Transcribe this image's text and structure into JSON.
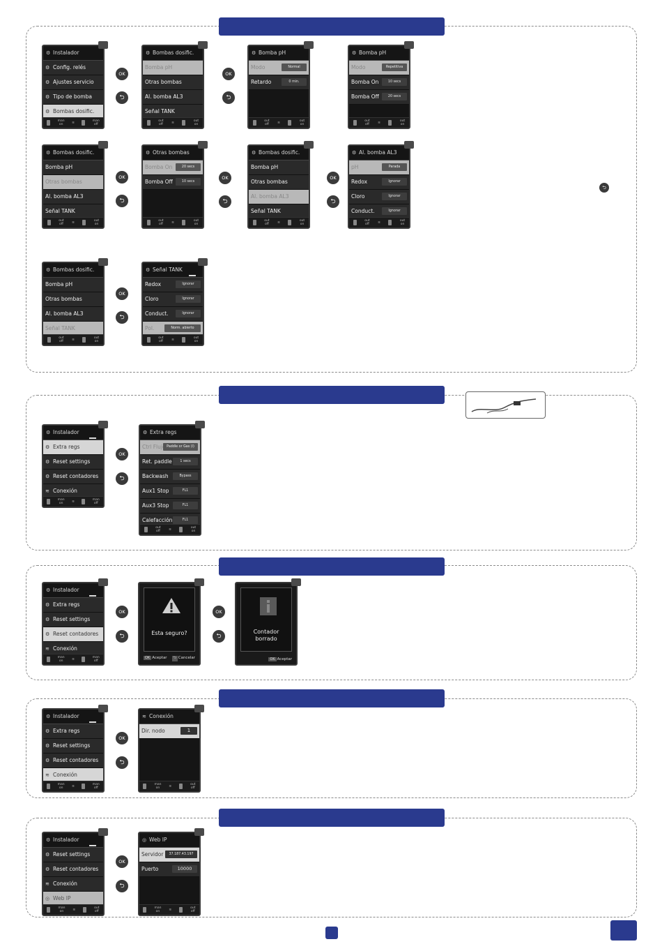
{
  "s1": {
    "a": {
      "title": "Instalador",
      "rows": [
        "Config. relés",
        "Ajustes servicio",
        "Tipo de bomba",
        "Bombas dosific."
      ],
      "ftr": [
        "",
        "man\non",
        "",
        "man\noff"
      ]
    },
    "b": {
      "title": "Bombas dosific.",
      "rows": [
        "Bomba pH",
        "Otras bombas",
        "Al. bomba AL3",
        "Señal TANK"
      ],
      "ftr": [
        "",
        "out\noff",
        "",
        "out\non"
      ]
    },
    "c": {
      "title": "Bomba pH",
      "rows": [
        {
          "l": "Modo",
          "v": "Normal"
        },
        {
          "l": "Retardo",
          "v": "0 min."
        }
      ],
      "ftr": [
        "",
        "out\noff",
        "",
        "out\non"
      ]
    },
    "d": {
      "title": "Bomba pH",
      "rows": [
        {
          "l": "Modo",
          "v": "Repetitiva"
        },
        {
          "l": "Bomba On",
          "v": "10 secs"
        },
        {
          "l": "Bomba Off",
          "v": "20 secs"
        }
      ],
      "ftr": [
        "",
        "out\noff",
        "",
        "out\non"
      ]
    },
    "e": {
      "title": "Bombas dosific.",
      "rows": [
        "Bomba pH",
        "Otras bombas",
        "Al. bomba AL3",
        "Señal TANK"
      ],
      "ftr": [
        "",
        "out\noff",
        "",
        "out\non"
      ]
    },
    "f": {
      "title": "Otras bombas",
      "rows": [
        {
          "l": "Bomba On",
          "v": "20 secs"
        },
        {
          "l": "Bomba Off",
          "v": "10 secs"
        }
      ],
      "ftr": [
        "",
        "out\noff",
        "",
        "out\non"
      ]
    },
    "g": {
      "title": "Bombas dosific.",
      "rows": [
        "Bomba pH",
        "Otras bombas",
        "Al. bomba AL3",
        "Señal TANK"
      ],
      "ftr": [
        "",
        "out\noff",
        "",
        "out\non"
      ]
    },
    "h": {
      "title": "Al. bomba AL3",
      "rows": [
        {
          "l": "pH",
          "v": "Parada"
        },
        {
          "l": "Redox",
          "v": "Ignorar"
        },
        {
          "l": "Cloro",
          "v": "Ignorar"
        },
        {
          "l": "Conduct.",
          "v": "Ignorar"
        }
      ],
      "ftr": [
        "",
        "out\noff",
        "",
        "out\non"
      ]
    },
    "i": {
      "title": "Bombas dosific.",
      "rows": [
        "Bomba pH",
        "Otras bombas",
        "Al. bomba AL3",
        "Señal TANK"
      ],
      "ftr": [
        "",
        "out\noff",
        "",
        "out\non"
      ]
    },
    "j": {
      "title": "Señal TANK",
      "rows": [
        {
          "l": "Redox",
          "v": "Ignorar"
        },
        {
          "l": "Cloro",
          "v": "Ignorar"
        },
        {
          "l": "Conduct.",
          "v": "Ignorar"
        },
        {
          "l": "Pol.",
          "v": "Norm. abierto"
        }
      ],
      "ftr": [
        "",
        "out\noff",
        "",
        "out\non"
      ]
    }
  },
  "s2": {
    "a": {
      "title": "Instalador",
      "rows": [
        "Extra regs",
        "Reset settings",
        "Reset contadores",
        "Conexión"
      ],
      "ftr": [
        "",
        "man\non",
        "",
        "man\noff"
      ]
    },
    "b": {
      "title": "Extra regs",
      "rows": [
        {
          "l": "Ctrl Flujo",
          "v": "Paddle or Gas (l)"
        },
        {
          "l": "Ret. paddle",
          "v": "1 secs"
        },
        {
          "l": "Backwash",
          "v": "Bypass"
        },
        {
          "l": "Aux1 Stop",
          "v": "FL1"
        },
        {
          "l": "Aux3 Stop",
          "v": "FL1"
        },
        {
          "l": "Calefacción",
          "v": "FL1"
        }
      ],
      "ftr": [
        "",
        "out\noff",
        "",
        "out\non"
      ]
    }
  },
  "s3": {
    "a": {
      "title": "Instalador",
      "rows": [
        "Extra regs",
        "Reset settings",
        "Reset contadores",
        "Conexión"
      ],
      "ftr": [
        "",
        "man\non",
        "",
        "man\noff"
      ]
    },
    "b": {
      "msg": "Esta seguro?",
      "ok": "Aceptar",
      "cancel": "Cancelar"
    },
    "c": {
      "msg1": "Contador",
      "msg2": "borrado",
      "ok": "Aceptar"
    }
  },
  "s4": {
    "a": {
      "title": "Instalador",
      "rows": [
        "Extra regs",
        "Reset settings",
        "Reset contadores",
        "Conexión"
      ],
      "ftr": [
        "",
        "man\non",
        "",
        "man\noff"
      ]
    },
    "b": {
      "title": "Conexión",
      "rows": [
        {
          "l": "Dir. nodo",
          "v": "1"
        }
      ],
      "ftr": [
        "",
        "man\non",
        "",
        "out\noff"
      ]
    }
  },
  "s5": {
    "a": {
      "title": "Instalador",
      "rows": [
        "Reset settings",
        "Reset contadores",
        "Conexión",
        "Web IP"
      ],
      "ftr": [
        "",
        "man\non",
        "",
        "out\noff"
      ]
    },
    "b": {
      "title": "Web IP",
      "rows": [
        {
          "l": "Servidor",
          "v": "37.187.43.197"
        },
        {
          "l": "Puerto",
          "v": "10000"
        }
      ],
      "ftr": [
        "",
        "man\non",
        "",
        "out\noff"
      ]
    }
  },
  "buttons": {
    "ok": "OK",
    "back": "⮌"
  }
}
